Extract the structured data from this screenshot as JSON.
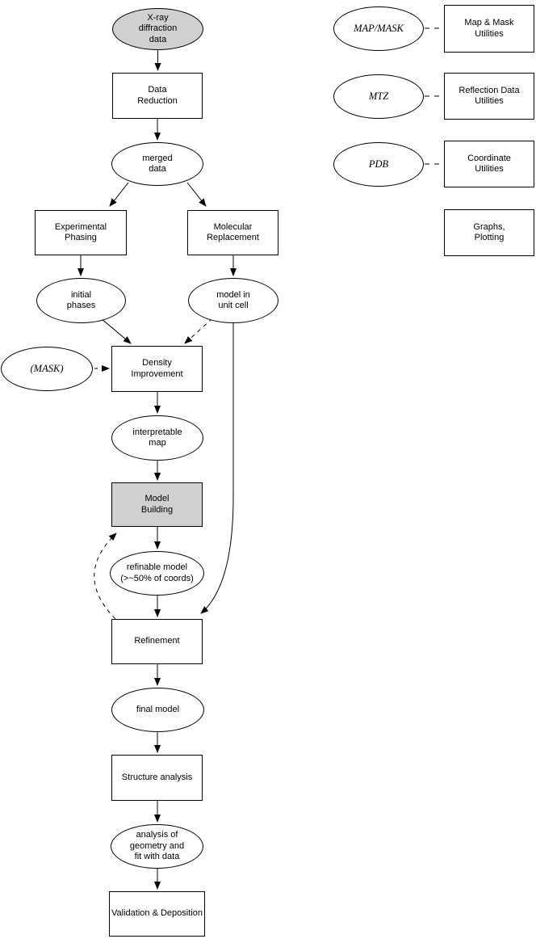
{
  "flowchart": {
    "nodes": {
      "xray": {
        "label": "X-ray\ndiffraction\ndata",
        "shape": "ellipse",
        "fill": "#d0d0d0"
      },
      "data_reduction": {
        "label": "Data\nReduction",
        "shape": "rect"
      },
      "merged_data": {
        "label": "merged\ndata",
        "shape": "ellipse"
      },
      "experimental_phasing": {
        "label": "Experimental\nPhasing",
        "shape": "rect"
      },
      "molecular_replacement": {
        "label": "Molecular\nReplacement",
        "shape": "rect"
      },
      "initial_phases": {
        "label": "initial\nphases",
        "shape": "ellipse"
      },
      "model_in_unit_cell": {
        "label": "model in\nunit cell",
        "shape": "ellipse"
      },
      "mask": {
        "label": "(MASK)",
        "shape": "ellipse"
      },
      "density_improvement": {
        "label": "Density\nImprovement",
        "shape": "rect"
      },
      "interpretable_map": {
        "label": "interpretable\nmap",
        "shape": "ellipse"
      },
      "model_building": {
        "label": "Model\nBuilding",
        "shape": "rect",
        "fill": "#d0d0d0"
      },
      "refinable_model": {
        "label": "refinable model\n(>~50% of coords)",
        "shape": "ellipse"
      },
      "refinement": {
        "label": "Refinement",
        "shape": "rect"
      },
      "final_model": {
        "label": "final model",
        "shape": "ellipse"
      },
      "structure_analysis": {
        "label": "Structure analysis",
        "shape": "rect"
      },
      "analysis_geometry": {
        "label": "analysis of\ngeometry and\nfit with data",
        "shape": "ellipse"
      },
      "validation": {
        "label": "Validation & Deposition",
        "shape": "rect"
      }
    },
    "legend": {
      "map_mask": {
        "format": "MAP/MASK",
        "utility": "Map & Mask\nUtilities"
      },
      "mtz": {
        "format": "MTZ",
        "utility": "Reflection Data\nUtilities"
      },
      "pdb": {
        "format": "PDB",
        "utility": "Coordinate\nUtilities"
      },
      "graphs": {
        "utility": "Graphs,\nPlotting"
      }
    },
    "colors": {
      "highlight_fill": "#d0d0d0",
      "node_fill": "#ffffff",
      "line": "#000000"
    }
  }
}
